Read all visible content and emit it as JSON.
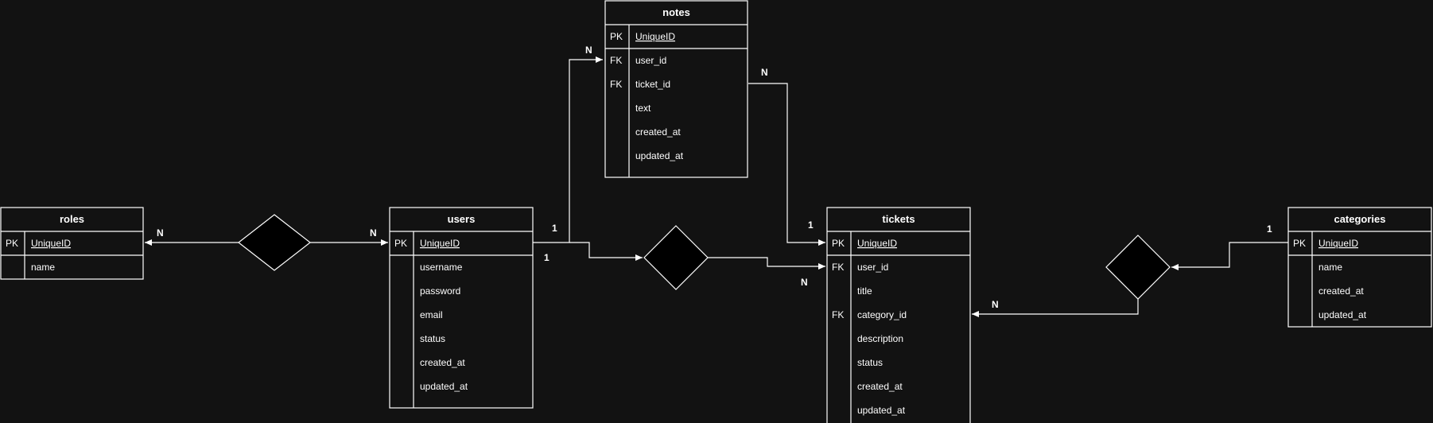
{
  "colors": {
    "background": "#121212",
    "stroke": "#ffffff",
    "fill": "#000000",
    "text": "#ffffff"
  },
  "tables": {
    "roles": {
      "title": "roles",
      "rows": [
        {
          "key": "PK",
          "field": "UniqueID"
        },
        {
          "key": "",
          "field": "name"
        }
      ]
    },
    "users": {
      "title": "users",
      "rows": [
        {
          "key": "PK",
          "field": "UniqueID"
        },
        {
          "key": "",
          "field": "username"
        },
        {
          "key": "",
          "field": "password"
        },
        {
          "key": "",
          "field": "email"
        },
        {
          "key": "",
          "field": "status"
        },
        {
          "key": "",
          "field": "created_at"
        },
        {
          "key": "",
          "field": "updated_at"
        }
      ]
    },
    "notes": {
      "title": "notes",
      "rows": [
        {
          "key": "PK",
          "field": "UniqueID"
        },
        {
          "key": "FK",
          "field": "user_id"
        },
        {
          "key": "FK",
          "field": "ticket_id"
        },
        {
          "key": "",
          "field": "text"
        },
        {
          "key": "",
          "field": "created_at"
        },
        {
          "key": "",
          "field": "updated_at"
        }
      ]
    },
    "tickets": {
      "title": "tickets",
      "rows": [
        {
          "key": "PK",
          "field": "UniqueID"
        },
        {
          "key": "FK",
          "field": "user_id"
        },
        {
          "key": "",
          "field": "title"
        },
        {
          "key": "FK",
          "field": "category_id"
        },
        {
          "key": "",
          "field": "description"
        },
        {
          "key": "",
          "field": "status"
        },
        {
          "key": "",
          "field": "created_at"
        },
        {
          "key": "",
          "field": "updated_at"
        }
      ]
    },
    "categories": {
      "title": "categories",
      "rows": [
        {
          "key": "PK",
          "field": "UniqueID"
        },
        {
          "key": "",
          "field": "name"
        },
        {
          "key": "",
          "field": "created_at"
        },
        {
          "key": "",
          "field": "updated_at"
        }
      ]
    }
  },
  "cardinalities": {
    "roles_side": "N",
    "users_to_roles_rel": "N",
    "users_to_notes": "1",
    "notes_user": "N",
    "users_to_tickets": "1",
    "tickets_user": "N",
    "notes_ticket": "N",
    "tickets_to_notes": "1",
    "categories_side": "1",
    "tickets_category": "N"
  }
}
